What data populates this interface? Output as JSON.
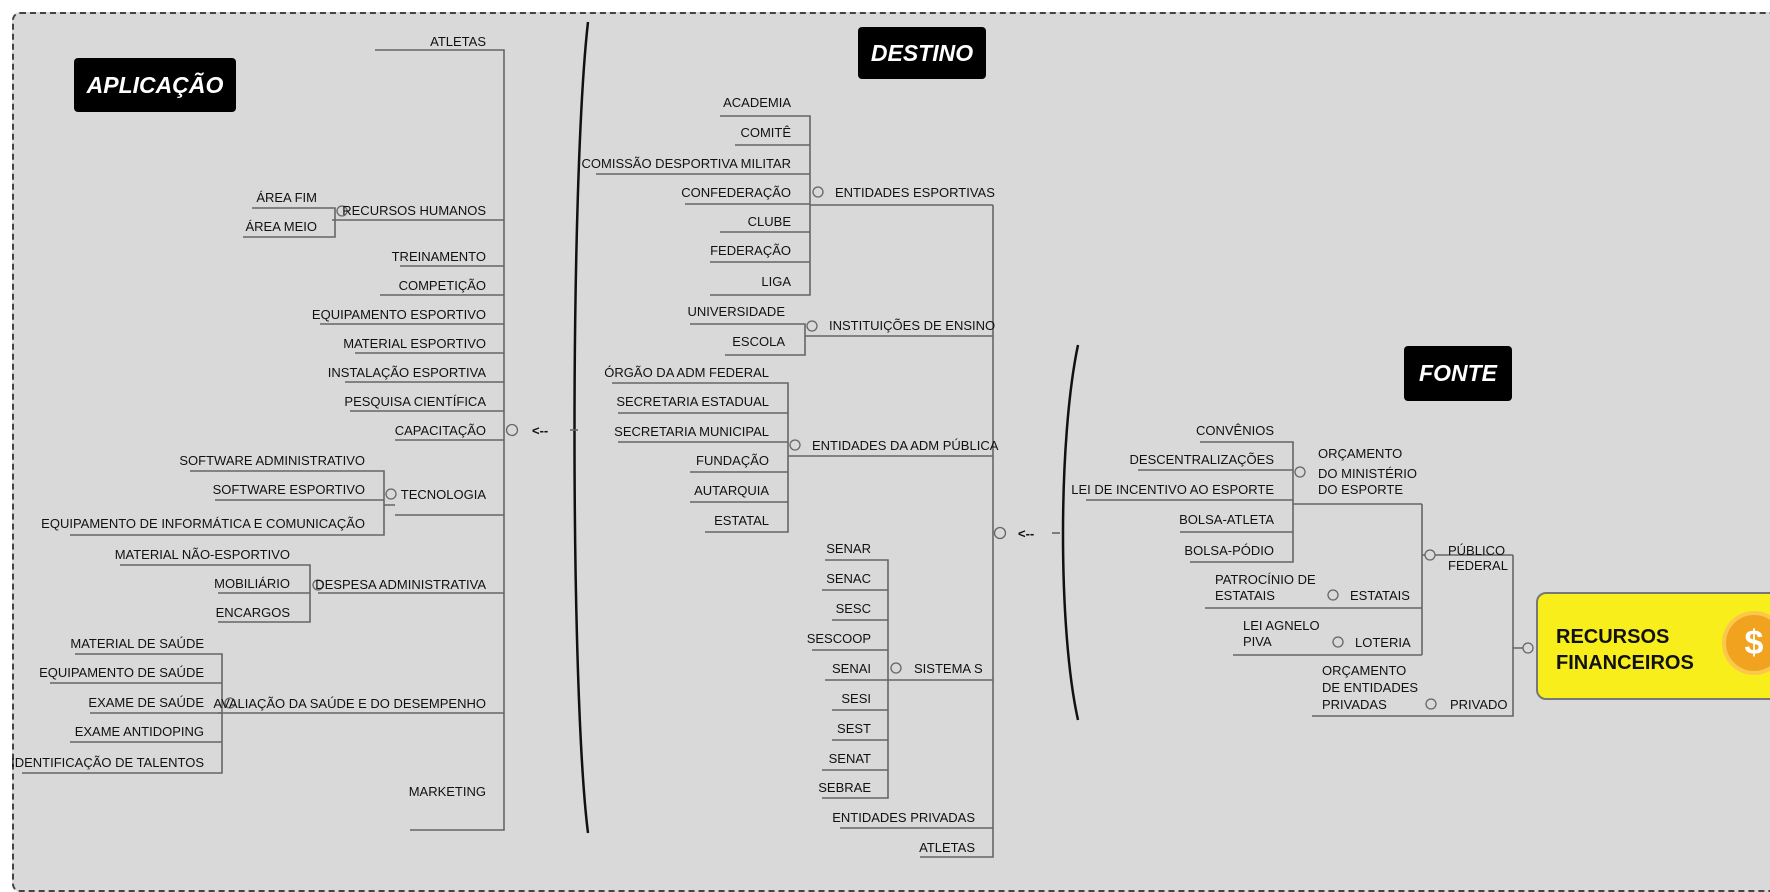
{
  "sections": {
    "aplicacao": "APLICAÇÃO",
    "destino": "DESTINO",
    "fonte": "FONTE"
  },
  "root": {
    "line1": "RECURSOS",
    "line2": "FINANCEIROS",
    "icon": "dollar-coin-icon",
    "symbol": "$"
  },
  "arrow_symbol": "<--",
  "aplicacao": {
    "atletas": "ATLETAS",
    "recursos_humanos": {
      "label": "RECURSOS HUMANOS",
      "children": [
        "ÁREA FIM",
        "ÁREA MEIO"
      ]
    },
    "treinamento": "TREINAMENTO",
    "competicao": "COMPETIÇÃO",
    "equipamento_esportivo": "EQUIPAMENTO ESPORTIVO",
    "material_esportivo": "MATERIAL ESPORTIVO",
    "instalacao_esportiva": "INSTALAÇÃO ESPORTIVA",
    "pesquisa_cientifica": "PESQUISA CIENTÍFICA",
    "capacitacao": "CAPACITAÇÃO",
    "tecnologia": {
      "label": "TECNOLOGIA",
      "children": [
        "SOFTWARE ADMINISTRATIVO",
        "SOFTWARE ESPORTIVO",
        "EQUIPAMENTO DE INFORMÁTICA E COMUNICAÇÃO"
      ]
    },
    "despesa_administrativa": {
      "label": "DESPESA ADMINISTRATIVA",
      "children": [
        "MATERIAL NÃO-ESPORTIVO",
        "MOBILIÁRIO",
        "ENCARGOS"
      ]
    },
    "avaliacao": {
      "label": "AVALIAÇÃO DA SAÚDE E DO DESEMPENHO",
      "children": [
        "MATERIAL DE SAÚDE",
        "EQUIPAMENTO DE SAÚDE",
        "EXAME DE SAÚDE",
        "EXAME ANTIDOPING",
        "IDENTIFICAÇÃO DE TALENTOS"
      ]
    },
    "marketing": "MARKETING"
  },
  "destino": {
    "entidades_esportivas": {
      "label": "ENTIDADES ESPORTIVAS",
      "children": [
        "ACADEMIA",
        "COMITÊ",
        "COMISSÃO DESPORTIVA MILITAR",
        "CONFEDERAÇÃO",
        "CLUBE",
        "FEDERAÇÃO",
        "LIGA"
      ]
    },
    "instituicoes_ensino": {
      "label": "INSTITUIÇÕES DE ENSINO",
      "children": [
        "UNIVERSIDADE",
        "ESCOLA"
      ]
    },
    "adm_publica": {
      "label": "ENTIDADES DA ADM PÚBLICA",
      "children": [
        "ÓRGÃO DA ADM FEDERAL",
        "SECRETARIA ESTADUAL",
        "SECRETARIA MUNICIPAL",
        "FUNDAÇÃO",
        "AUTARQUIA",
        "ESTATAL"
      ]
    },
    "sistema_s": {
      "label": "SISTEMA S",
      "children": [
        "SENAR",
        "SENAC",
        "SESC",
        "SESCOOP",
        "SENAI",
        "SESI",
        "SEST",
        "SENAT",
        "SEBRAE"
      ]
    },
    "entidades_privadas": "ENTIDADES PRIVADAS",
    "atletas": "ATLETAS"
  },
  "fonte": {
    "publico_federal": {
      "line1": "PÚBLICO",
      "line2": "FEDERAL"
    },
    "orcamento_me": {
      "line1": "ORÇAMENTO",
      "line2": "DO MINISTÉRIO",
      "line3": "DO ESPORTE",
      "children": [
        "CONVÊNIOS",
        "DESCENTRALIZAÇÕES",
        "LEI DE INCENTIVO AO ESPORTE",
        "BOLSA-ATLETA",
        "BOLSA-PÓDIO"
      ]
    },
    "estatais": {
      "label": "ESTATAIS",
      "child_line1": "PATROCÍNIO DE",
      "child_line2": "ESTATAIS"
    },
    "loteria": {
      "label": "LOTERIA",
      "child_line1": "LEI AGNELO",
      "child_line2": "PIVA"
    },
    "privado": {
      "label": "PRIVADO",
      "child_line1": "ORÇAMENTO",
      "child_line2": "DE ENTIDADES",
      "child_line3": "PRIVADAS"
    }
  }
}
